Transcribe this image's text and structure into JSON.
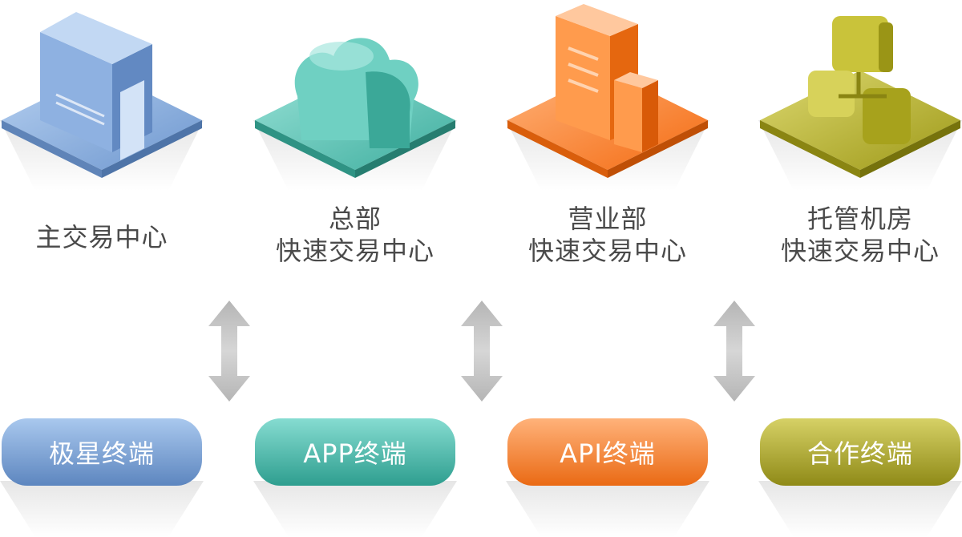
{
  "columns": [
    {
      "id": "main",
      "icon": "building-icon",
      "label_lines": [
        "主交易中心"
      ],
      "color": "#7fa6d9"
    },
    {
      "id": "hq",
      "icon": "cloud-icon",
      "label_lines": [
        "总部",
        "快速交易中心"
      ],
      "color": "#5cc4b5"
    },
    {
      "id": "branch",
      "icon": "office-towers-icon",
      "label_lines": [
        "营业部",
        "快速交易中心"
      ],
      "color": "#f7882f"
    },
    {
      "id": "hosted",
      "icon": "server-network-icon",
      "label_lines": [
        "托管机房",
        "快速交易中心"
      ],
      "color": "#b7b22e"
    }
  ],
  "terminals": [
    {
      "label": "极星终端",
      "color_top": "#a9c8ee",
      "color_bottom": "#5d86bf"
    },
    {
      "label": "APP终端",
      "color_top": "#86dcd1",
      "color_bottom": "#2e9e8f"
    },
    {
      "label": "API终端",
      "color_top": "#ffb27a",
      "color_bottom": "#ea6a14"
    },
    {
      "label": "合作终端",
      "color_top": "#d6d166",
      "color_bottom": "#8f8a17"
    }
  ]
}
